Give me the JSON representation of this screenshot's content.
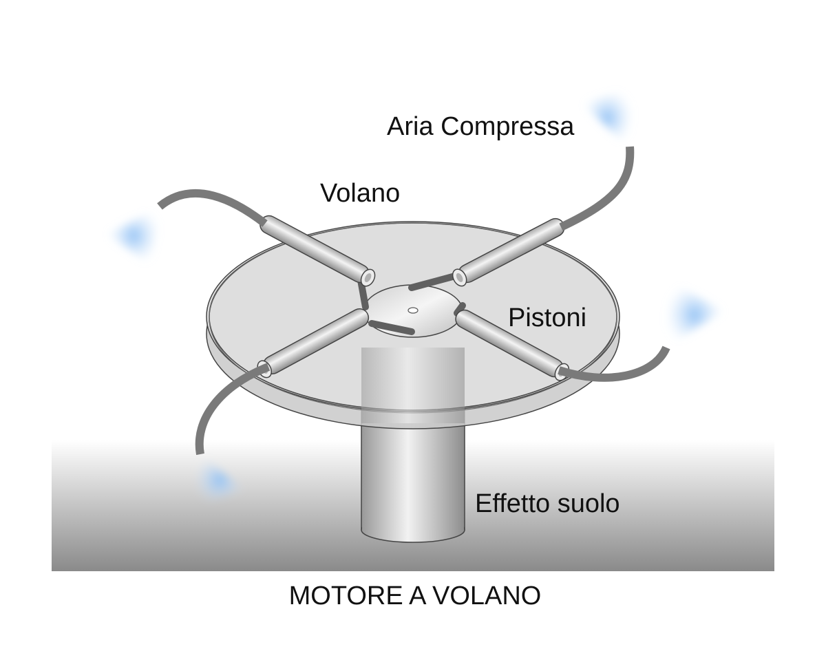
{
  "diagram": {
    "title": "MOTORE A VOLANO",
    "labels": {
      "compressed_air": "Aria Compressa",
      "flywheel": "Volano",
      "pistons": "Pistoni",
      "ground_effect": "Effetto suolo"
    }
  },
  "colors": {
    "ground_top": "#ffffff",
    "ground_bottom": "#8a8a8a",
    "air_jet": "#9cc8f5",
    "hose": "#7a7a7a",
    "flywheel": "#d8d8d8",
    "metal_light": "#f2f2f2",
    "metal_dark": "#9a9a9a"
  },
  "icons": {
    "air_jet": "air-jet-icon",
    "piston": "piston-icon",
    "hose": "air-hose-icon"
  }
}
